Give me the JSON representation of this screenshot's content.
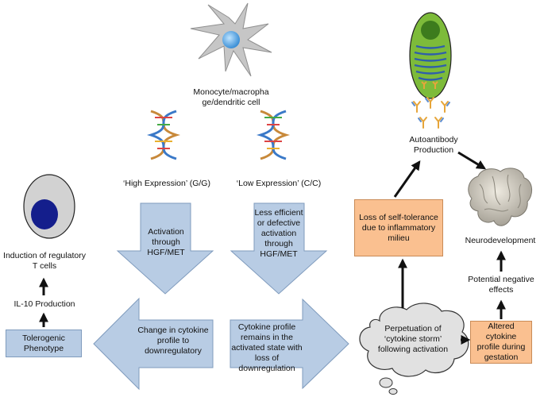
{
  "cells": {
    "monocyte_label": "Monocyte/macropha ge/dendritic cell",
    "treg_label": "Induction of regulatory T cells"
  },
  "genotypes": {
    "high_label": "‘High Expression’ (G/G)",
    "low_label": "‘Low Expression’ (C/C)"
  },
  "arrows": {
    "high_activation": "Activation through HGF/MET",
    "low_activation": "Less efficient or defective activation through HGF/MET",
    "change_profile": "Change in cytokine profile to downregulatory",
    "profile_remains": "Cytokine profile remains in the activated state with loss of downregulation"
  },
  "boxes": {
    "tolerogenic": "Tolerogenic Phenotype",
    "loss_tolerance": "Loss of self-tolerance due to inflammatory milieu",
    "altered_profile": "Altered cytokine profile during gestation"
  },
  "labels": {
    "il10": "IL-10 Production",
    "autoantibody": "Autoantibody Production",
    "neurodevelopment": "Neurodevelopment",
    "potential_effects": "Potential negative effects"
  },
  "cloud": {
    "text": "Perpetuation of ‘cytokine storm’ following activation"
  },
  "colors": {
    "blue_fill": "#b8cce4",
    "orange_fill": "#fac090",
    "b_cell_green": "#7dbb3a"
  }
}
